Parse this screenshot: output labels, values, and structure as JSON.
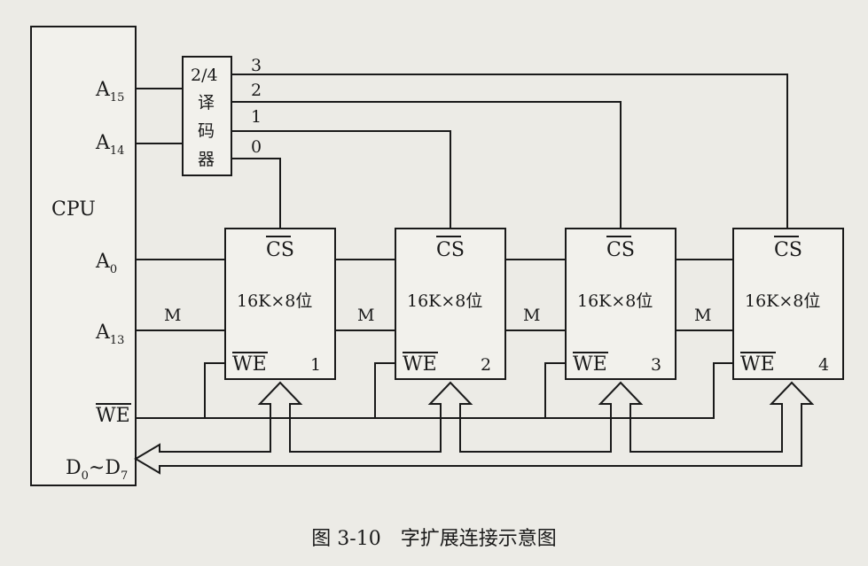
{
  "cpu": {
    "label": "CPU",
    "pins": {
      "a15": {
        "base": "A",
        "sub": "15"
      },
      "a14": {
        "base": "A",
        "sub": "14"
      },
      "a0": {
        "base": "A",
        "sub": "0"
      },
      "a13": {
        "base": "A",
        "sub": "13"
      },
      "we": "WE",
      "data": {
        "d": "D",
        "d_sub": "0",
        "tilde": "~",
        "d2": "D",
        "d2_sub": "7"
      }
    }
  },
  "decoder": {
    "lines": [
      "2/4",
      "译",
      "码",
      "器"
    ],
    "outputs": [
      "0",
      "1",
      "2",
      "3"
    ]
  },
  "bus_label": "M",
  "chips": [
    {
      "cs": "CS",
      "capacity": "16K×8位",
      "we": "WE",
      "index": "1"
    },
    {
      "cs": "CS",
      "capacity": "16K×8位",
      "we": "WE",
      "index": "2"
    },
    {
      "cs": "CS",
      "capacity": "16K×8位",
      "we": "WE",
      "index": "3"
    },
    {
      "cs": "CS",
      "capacity": "16K×8位",
      "we": "WE",
      "index": "4"
    }
  ],
  "caption": "图 3-10　字扩展连接示意图",
  "colors": {
    "ink": "#1a1a1a",
    "paper": "#ecebe6"
  }
}
